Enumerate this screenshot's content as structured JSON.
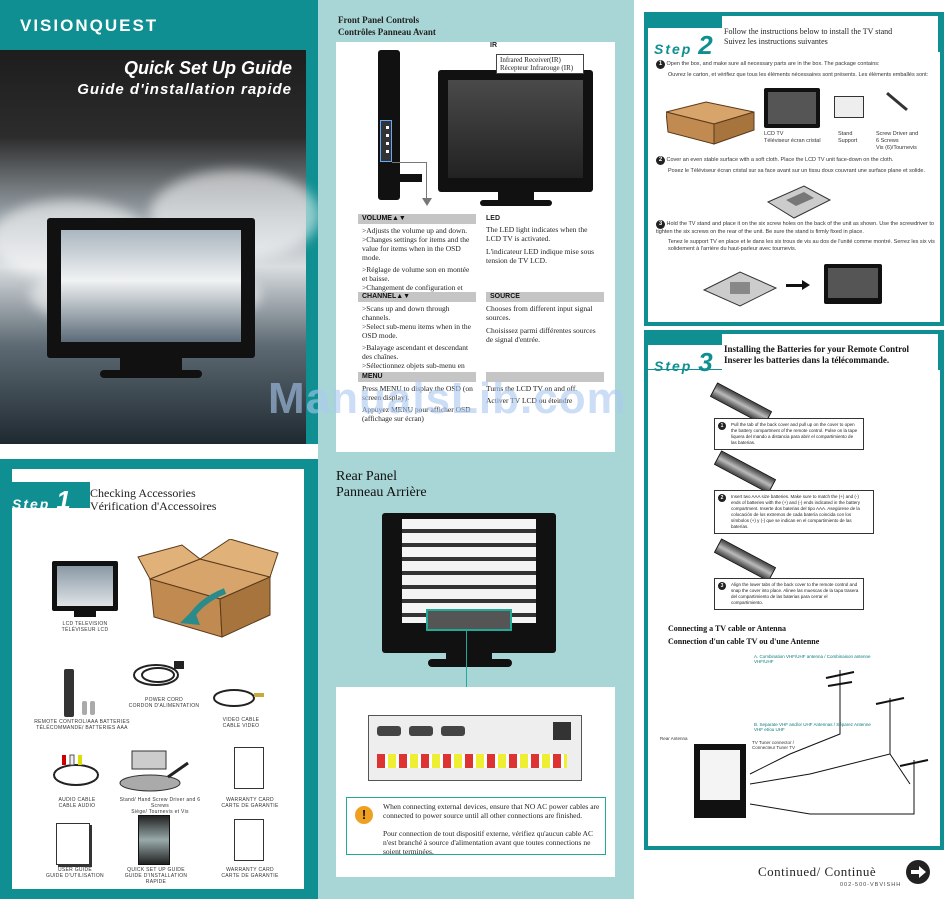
{
  "cover": {
    "brand": "VISIONQUEST",
    "title_en": "Quick Set Up Guide",
    "title_fr": "Guide d'installation rapide"
  },
  "step1": {
    "label": "Step",
    "number": "1",
    "title_en": "Checking Accessories",
    "title_fr": "Vérification d'Accessoires",
    "items": {
      "tv": [
        "LCD TELEVISION",
        "TÉLÉVISEUR LCD"
      ],
      "remote": [
        "REMOTE CONTROL/AAA BATTERIES",
        "TÉLÉCOMMANDE/ BATTERIES AAA"
      ],
      "power": [
        "POWER CORD",
        "CORDON D'ALIMENTATION"
      ],
      "video": [
        "VIDEO CABLE",
        "CABLE VIDEO"
      ],
      "audio": [
        "AUDIO CABLE",
        "CABLE AUDIO"
      ],
      "stand": [
        "Stand/ Hand Screw Driver and 6 Screws",
        "Siège/ Tournevis et Vis"
      ],
      "warranty1": [
        "WARRANTY CARD",
        "CARTE DE GARANTIE"
      ],
      "user_guide": [
        "USER GUIDE",
        "GUIDE D'UTILISATION"
      ],
      "quick_guide": [
        "QUICK SET UP GUIDE",
        "GUIDE D'INSTALLATION RAPIDE"
      ],
      "warranty2": [
        "WARRANTY CARD",
        "CARTE DE GARANTIE"
      ]
    }
  },
  "front": {
    "title_en": "Front Panel Controls",
    "title_fr": "Contrôles Panneau Avant",
    "ir_label": "IR",
    "ir_en": "Infrared Receiver(IR)",
    "ir_fr": "Récepteur Infrarouge (IR)",
    "volume": {
      "head": "VOLUME▲▼",
      "en": [
        ">Adjusts the volume up and down.",
        ">Changes settings for items and the value for items when in the OSD mode."
      ],
      "fr": [
        ">Réglage de volume son en montée et baisse.",
        ">Changement de configuration et valeur pour objets en mode OSD."
      ]
    },
    "led": {
      "head": "LED",
      "en": "The LED light indicates when the LCD TV is activated.",
      "fr": "L'indicateur LED indique mise sous tension de TV LCD."
    },
    "channel": {
      "head": "CHANNEL▲▼",
      "en": [
        ">Scans up and down through channels.",
        ">Select sub-menu items when in the OSD mode."
      ],
      "fr": [
        ">Balayage ascendant et descendant des chaînes.",
        ">Sélectionnez objets sub-menu en mode OSD."
      ]
    },
    "source": {
      "head": "SOURCE",
      "en": "Chooses from different input signal sources.",
      "fr": "Choisissez parmi différentes sources de signal d'entrée."
    },
    "menu": {
      "head": "MENU",
      "en": "Press MENU to display the OSD (on screen display).",
      "fr": "Appuyez MENU pour afficher OSD (affichage sur écran)"
    },
    "power": {
      "head": "",
      "en": "Turns the LCD TV on and off.",
      "fr": "Activer TV LCD ou éteindre"
    }
  },
  "rear": {
    "title_en": "Rear Panel",
    "title_fr": "Panneau Arrière",
    "warning_en": "When connecting external devices, ensure that NO AC power cables are connected to power source until all other connections are finished.",
    "warning_fr": "Pour connection de tout dispositif externe, vérifiez qu'aucun cable AC n'est branché à source d'alimentation avant que toutes connections ne soient terminées."
  },
  "step2": {
    "label": "Step",
    "number": "2",
    "title_en": "Follow the instructions below to install the TV stand",
    "title_fr": "Suivez les instructions suivantes",
    "s1_en": "Open the box, and make sure all necessary parts are in the box. The package contains:",
    "s1_fr": "Ouvrez le carton, et vérifiez que tous les éléments nécessaires sont présents. Les éléments emballés sont:",
    "parts": [
      [
        "LCD TV",
        "Téléviseur écran cristal"
      ],
      [
        "Stand",
        "Support"
      ],
      [
        "Screw Driver and",
        "6 Screws",
        "Vis (6)/Tournevis"
      ]
    ],
    "s2_en": "Cover an even stable surface with a soft cloth. Place the LCD TV unit face-down on the cloth.",
    "s2_fr": "Posez le Téléviseur écran cristal sur sa face avant sur un tissu doux couvrant une surface plane et solide.",
    "s3_en": "Hold the TV stand and place it on the six screw holes on the back of the unit as shown. Use the screwdriver to tighten the six screws on the rear of the unit. Be sure the stand is firmly fixed in place.",
    "s3_fr": "Tenez le support TV en place et le dans les six trous de vis au dos de l'unité comme montré. Serrez les six vis solidement à l'arrière du haut-parleur avec tournevis."
  },
  "step3": {
    "label": "Step",
    "number": "3",
    "title_en": "Installing the Batteries for your Remote Control",
    "title_fr": "Inserer les batteries dans la télécommande.",
    "b1": "Pull the tab of the back cover and pull up on the cover to open the battery compartment of the remote control. Pulse on la tape liquera del mando a distancia para abrir el compartimiento de las baterias.",
    "b2": "Insert two AAA size batteries. Make sure to match the (+) and (-) ends of batteries with the (+) and (-) ends indicated in the battery compartment. Inserte dos baterias del tipo AAA. Asegúrese de la colocación de los extremos de cada batería coincida con los símbolos (+) y (-) que se indican en el compartimiento de las baterías.",
    "b3": "Align the lower tabs of the back cover to the remote control and snap the cover into place. Alinee las muescas de la tapa trasera del compartimiento de las baterias para cerrar el compartimiento.",
    "conn_en": "Connecting a TV cable or Antenna",
    "conn_fr": "Connection d'un cable TV ou d'une Antenne",
    "ant_a": "A. Combination VHF/UHF antenna / Combinaison antenne VHF/UHF",
    "ant_b": "B. Separate VHF and/or UHF Antennas / Séparez Antenne VHF et/ou UHF",
    "rear_antenna": "Rear Antenna",
    "tv_tuner": "TV Tuner connector / Connecteur Tuner TV"
  },
  "footer": {
    "continued": "Continued/ Continuè",
    "code": "002-500-VBVISHH"
  },
  "watermark": "ManualsLib.com"
}
